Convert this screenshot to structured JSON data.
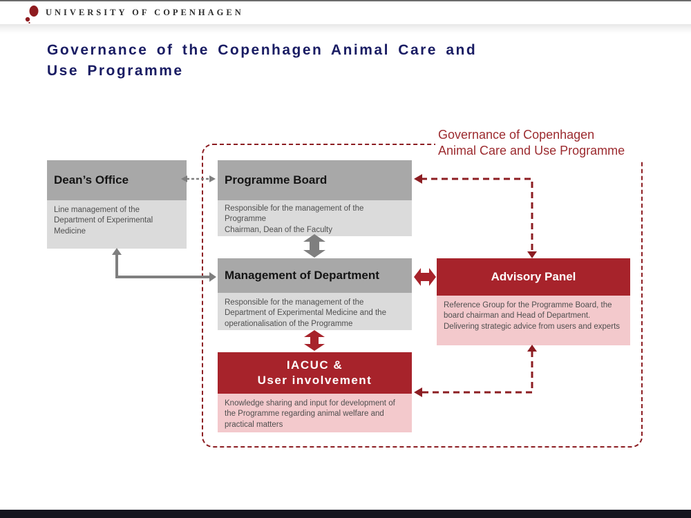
{
  "header": {
    "university": "UNIVERSITY OF COPENHAGEN"
  },
  "title": {
    "line1": "Governance of the Copenhagen Animal Care and",
    "line2": "Use Programme"
  },
  "diagram": {
    "frame_label": {
      "line1": "Governance of Copenhagen",
      "line2": "Animal Care and Use Programme"
    },
    "boxes": {
      "deans_office": {
        "title": "Dean’s Office",
        "body": "Line management of the Department of Experimental Medicine"
      },
      "programme_board": {
        "title": "Programme Board",
        "body_line1": "Responsible for the management of the Programme",
        "body_line2": "Chairman, Dean of the Faculty"
      },
      "management": {
        "title": "Management of Department",
        "body": "Responsible for the management of the Department of Experimental Medicine and the operationalisation of the Programme"
      },
      "advisory_panel": {
        "title": "Advisory Panel",
        "body": "Reference Group for the Programme Board, the board chairman and Head of Department. Delivering strategic advice from users and experts"
      },
      "iacuc": {
        "title_line1": "IACUC &",
        "title_line2": "User involvement",
        "body": "Knowledge sharing and input for development of the Programme regarding animal welfare and practical matters"
      }
    }
  },
  "colors": {
    "navy": "#191C63",
    "ucph-red": "#A7232B",
    "pink": "#F3C9CC",
    "gray-header": "#A8A8A8",
    "gray-body": "#DBDBDB",
    "text-gray": "#4F4F4F",
    "dash-red": "#8C1D22",
    "arrow-gray": "#7F7F7F",
    "label-red": "#9C2B2F"
  }
}
